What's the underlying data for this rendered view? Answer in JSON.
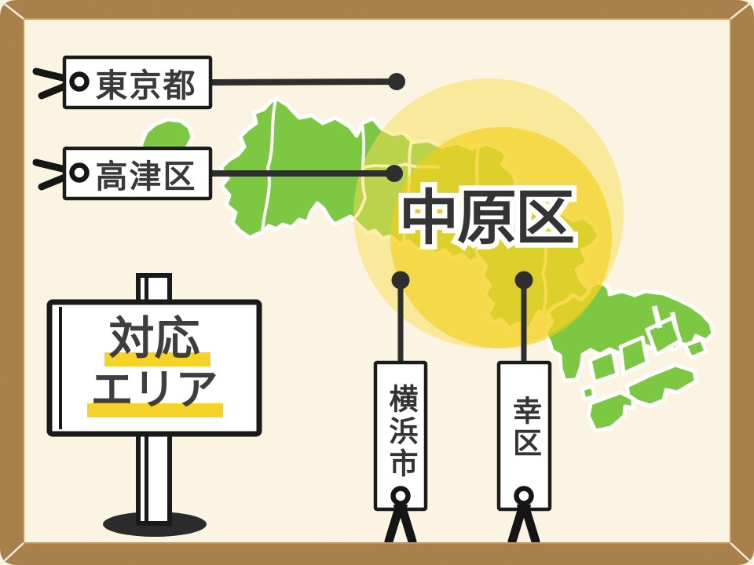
{
  "sign": {
    "line1": "対応",
    "line2": "エリア"
  },
  "tags": {
    "tokyo": {
      "label": "東京都"
    },
    "takatsu": {
      "label": "高津区"
    },
    "yokohama": {
      "label": "横浜市"
    },
    "saiwai": {
      "label": "幸区"
    }
  },
  "center_area": {
    "label": "中原区"
  },
  "colors": {
    "frame": "#D9A562",
    "canvas": "#FBF4E2",
    "map_green": "#7CC843",
    "glow_outer": "#F7DE53",
    "glow_inner": "#F4CE16",
    "highlight_yellow": "#F5D327",
    "ink": "#2E2E2E",
    "text": "#3A3A3A"
  }
}
